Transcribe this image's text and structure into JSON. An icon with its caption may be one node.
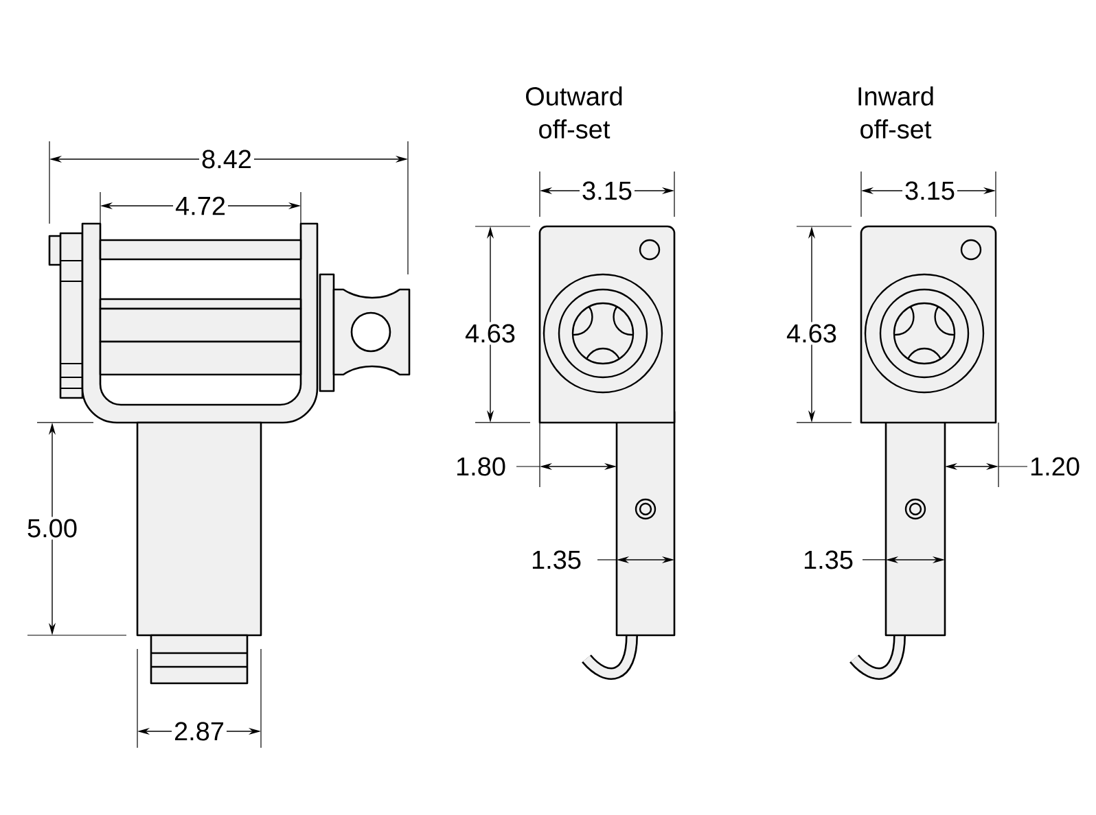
{
  "diagram": {
    "labels": [
      "Outward off-set",
      "Inward off-set",
      "8.42",
      "4.72",
      "3.15",
      "3.15",
      "4.63",
      "4.63",
      "1.80",
      "1.20",
      "5.00",
      "1.35",
      "1.35",
      "2.87"
    ]
  }
}
